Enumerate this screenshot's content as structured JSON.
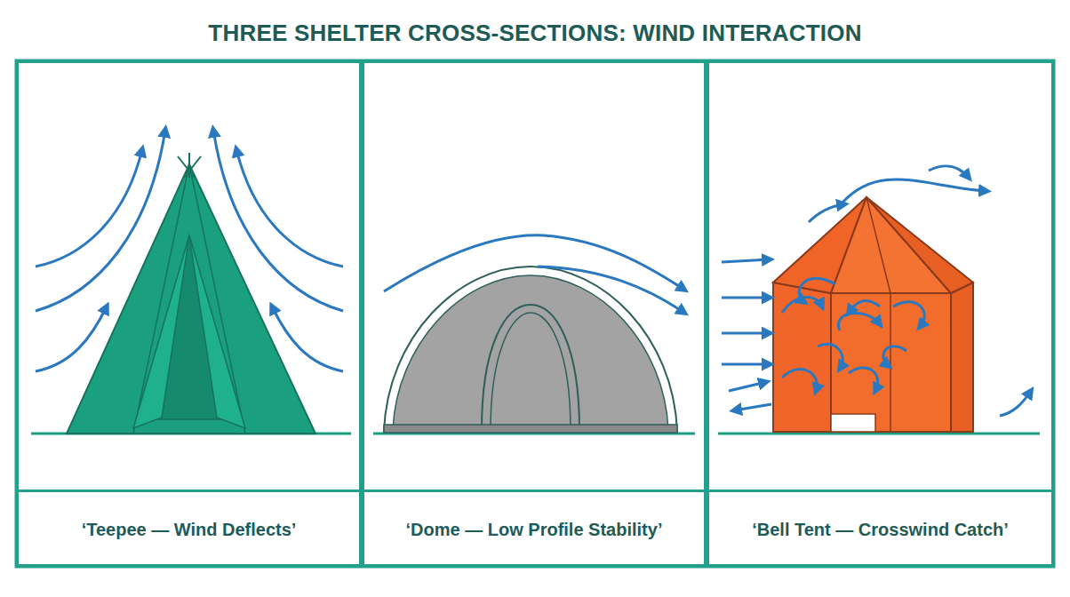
{
  "diagram": {
    "title": "THREE SHELTER CROSS-SECTIONS: WIND INTERACTION",
    "nodes": [
      {
        "text": [
          "‘Teepee — Wind Deflects’"
        ]
      },
      {
        "text": [
          "‘Dome — Low Profile Stability’"
        ]
      },
      {
        "text": [
          "‘Bell Tent — Crosswind Catch’"
        ]
      }
    ]
  }
}
